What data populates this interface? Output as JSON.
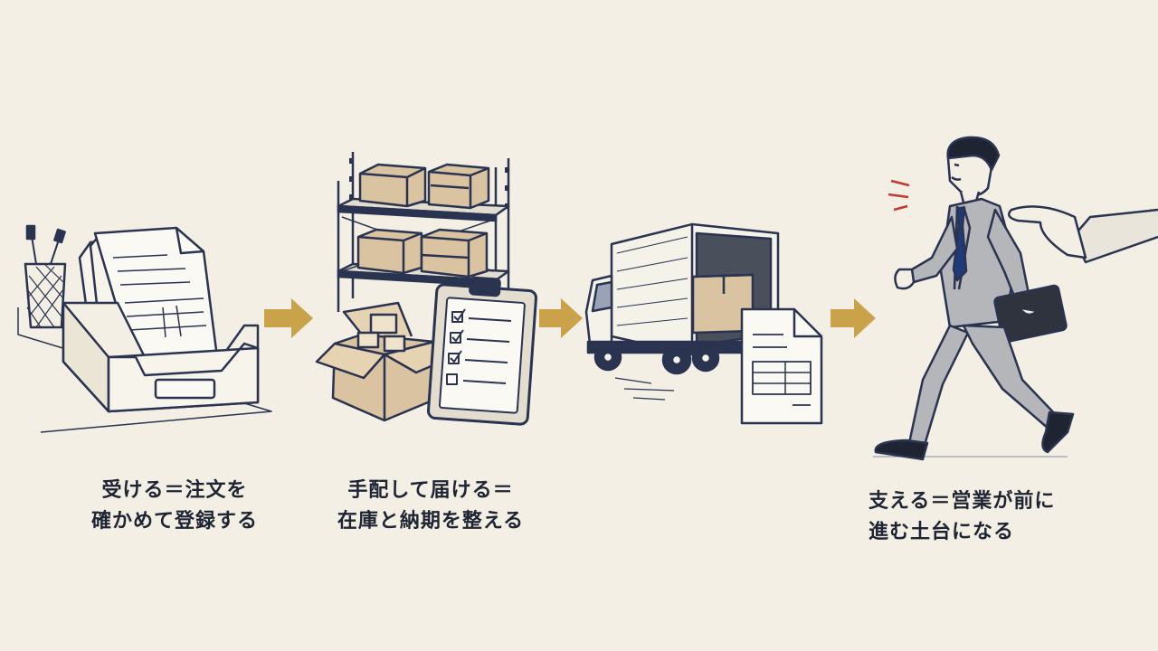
{
  "steps": [
    {
      "line1": "受ける＝注文を",
      "line2": "確かめて登録する"
    },
    {
      "line1": "手配して届ける＝",
      "line2": "在庫と納期を整える"
    },
    {
      "line1": "支える＝営業が前に",
      "line2": "進む土台になる"
    }
  ],
  "colors": {
    "background": "#f3efe4",
    "ink": "#2a3350",
    "arrow": "#c9a24a",
    "cardboard": "#d9c3a0",
    "suit": "#b4b6ba",
    "accent_red": "#c0392b"
  },
  "icons": [
    "order-tray-icon",
    "warehouse-shelf-icon",
    "clipboard-checklist-icon",
    "delivery-truck-icon",
    "document-icon",
    "salesperson-icon",
    "arrow-icon"
  ]
}
